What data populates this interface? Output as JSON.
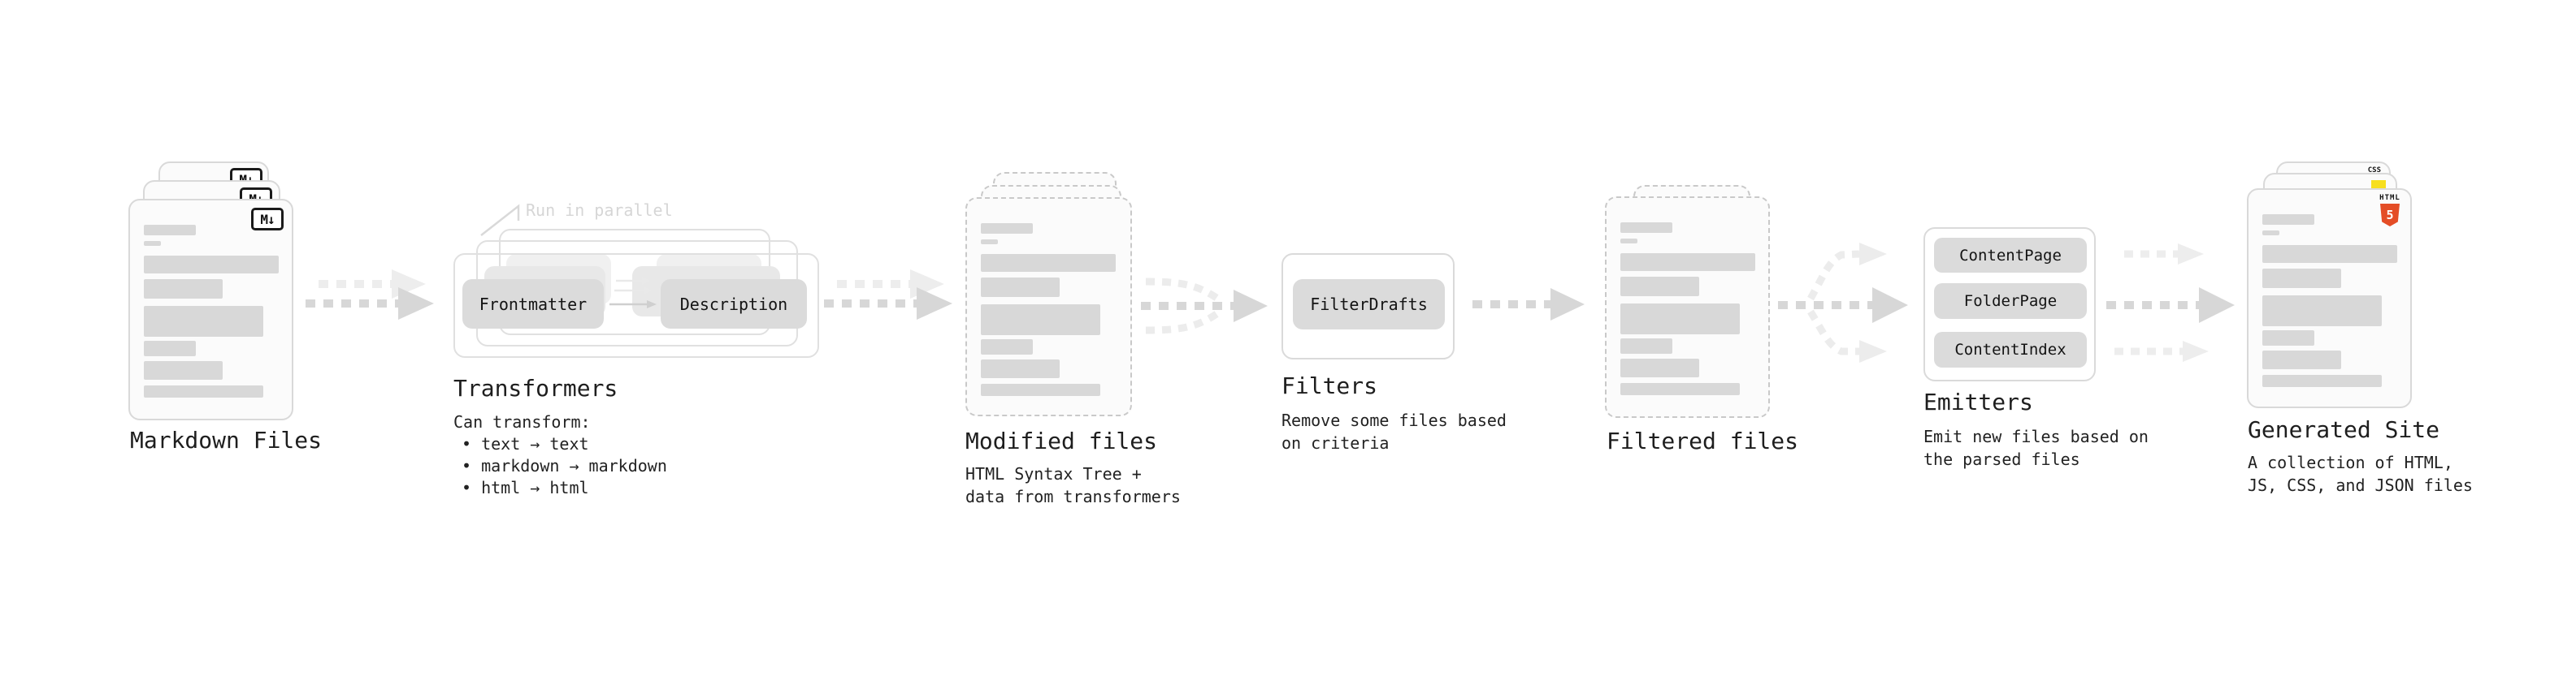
{
  "diagram": {
    "markdown_files": {
      "label": "Markdown Files",
      "badge": "M↓"
    },
    "transformers": {
      "note": "Run in parallel",
      "nodes": [
        "Frontmatter",
        "Description"
      ],
      "title": "Transformers",
      "desc_heading": "Can transform:",
      "bullets": [
        "• text → text",
        "• markdown → markdown",
        "• html → html"
      ]
    },
    "modified_files": {
      "title": "Modified files",
      "desc": "HTML Syntax Tree +\ndata from transformers"
    },
    "filters": {
      "node": "FilterDrafts",
      "title": "Filters",
      "desc": "Remove some files based\non criteria"
    },
    "filtered_files": {
      "title": "Filtered files"
    },
    "emitters": {
      "nodes": [
        "ContentPage",
        "FolderPage",
        "ContentIndex"
      ],
      "title": "Emitters",
      "desc": "Emit new files based on\nthe parsed files"
    },
    "generated_site": {
      "title": "Generated Site",
      "desc": "A collection of HTML,\nJS, CSS, and JSON files",
      "html5_icon_label": "HTML",
      "html5_icon_number": "5",
      "css_icon_label": "CSS"
    }
  },
  "colors": {
    "html5_orange": "#e44d26",
    "js_yellow": "#f7df1e",
    "css_blue": "#2965f1",
    "node_gray": "#dbdbdb",
    "arrow_gray": "#d7d7d7",
    "arrow_faint": "#ededed",
    "note_gray": "#d6d6d6"
  }
}
